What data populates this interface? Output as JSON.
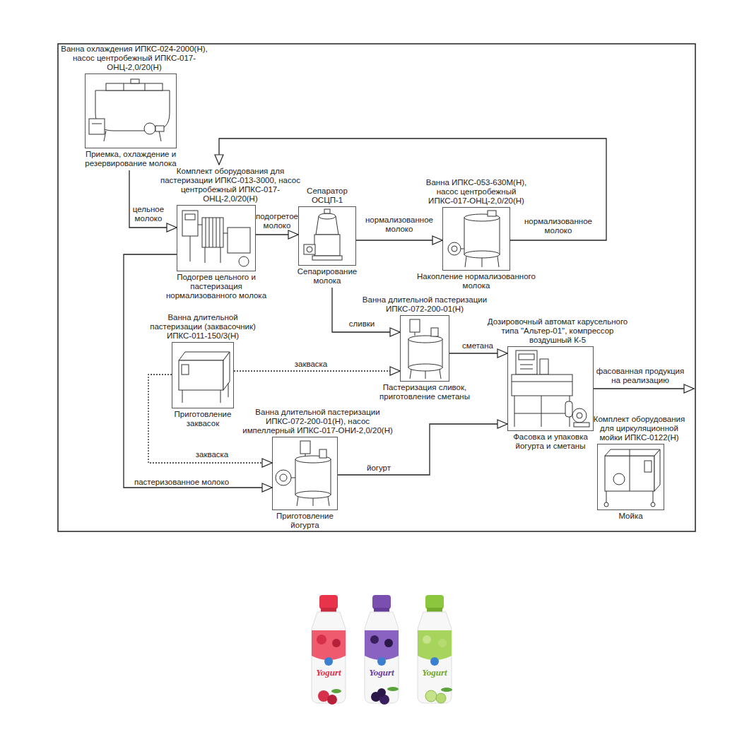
{
  "diagram": {
    "nodes": [
      {
        "text": [
          "Ванна охлаждения ИПКС-024-2000(Н), насос центробежный ИПКС-017-ОНЦ-2,0/20(Н)",
          "Приемка, охлаждение и резервирование молока"
        ]
      },
      {
        "text": [
          "Комплект оборудования для пастеризации ИПКС-013-3000, насос центробежный ИПКС-017-ОНЦ-2,0/20(Н)",
          "Подогрев цельного и пастеризация нормализованного молока"
        ]
      },
      {
        "text": [
          "Сепаратор ОСЦП-1",
          "Сепарирование молока"
        ]
      },
      {
        "text": [
          "Ванна ИПКС-053-630М(Н), насос центробежный ИПКС-017-ОНЦ-2,0/20(Н)",
          "Накопление нормализованного молока"
        ]
      },
      {
        "text": [
          "Ванна длительной пастеризации (заквасочник) ИПКС-011-150/3(Н)",
          "Приготовление заквасок"
        ]
      },
      {
        "text": [
          "Ванна длительной пастеризации ИПКС-072-200-01(Н)",
          "Пастеризация сливок, приготовление сметаны"
        ]
      },
      {
        "text": [
          "Дозировочный автомат карусельного типа \"Альтер-01\", компрессор воздушный К-5",
          "Фасовка и упаковка йогурта и сметаны"
        ]
      },
      {
        "text": [
          "Ванна длительной пастеризации ИПКС-072-200-01(Н), насос импеллерный ИПКС-017-ОНИ-2,0/20(Н)",
          "Приготовление йогурта"
        ]
      },
      {
        "text": [
          "Комплект оборудования для циркуляционной мойки ИПКС-0122(Н)",
          "Мойка"
        ]
      }
    ],
    "edges": [
      {
        "from": 0,
        "to": 1,
        "label": "цельное молоко",
        "arrow": "to"
      },
      {
        "from": 1,
        "to": 2,
        "label": "подогретое молоко",
        "arrow": "to"
      },
      {
        "from": 2,
        "to": 3,
        "label": "нормализованное молоко",
        "arrow": "to"
      },
      {
        "from": 3,
        "to": 1,
        "label": "нормализованное молоко",
        "arrow": "to"
      },
      {
        "from": 2,
        "to": 5,
        "label": "сливки",
        "arrow": "to"
      },
      {
        "from": 5,
        "to": 6,
        "label": "сметана",
        "arrow": "to"
      },
      {
        "from": 7,
        "to": 6,
        "label": "йогурт",
        "arrow": "to"
      },
      {
        "from": 1,
        "to": 7,
        "label": "пастеризованное молоко",
        "arrow": "to"
      },
      {
        "from": 4,
        "to": 5,
        "label": "закваска",
        "arrow": "to"
      },
      {
        "from": 4,
        "to": 7,
        "label": "закваска",
        "arrow": "to"
      }
    ],
    "labels": [
      "фасованная продукция на реализацию",
      "Yogurt",
      "Yogurt",
      "Yogurt"
    ]
  }
}
